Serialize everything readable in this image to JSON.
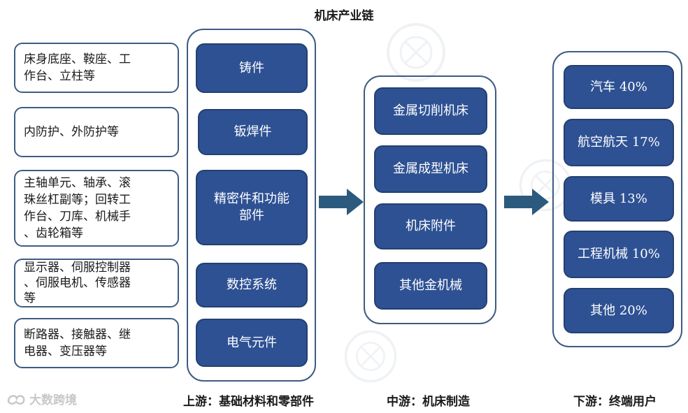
{
  "title": "机床产业链",
  "upstream_components": [
    {
      "lines": [
        "床身底座、鞍座、工",
        "作台、立柱等"
      ]
    },
    {
      "lines": [
        "内防护、外防护等"
      ]
    },
    {
      "lines": [
        "主轴单元、轴承、滚",
        "珠丝杠副等；回转工",
        "作台、刀库、机械手",
        "、齿轮箱等"
      ]
    },
    {
      "lines": [
        "显示器、伺服控制器",
        "、伺服电机、传感器",
        "等"
      ]
    },
    {
      "lines": [
        "断路器、接触器、继",
        "电器、变压器等"
      ]
    }
  ],
  "upstream": {
    "label": "上游：基础材料和零部件",
    "items": [
      {
        "lines": [
          "铸件"
        ]
      },
      {
        "lines": [
          "钣焊件"
        ]
      },
      {
        "lines": [
          "精密件和功能",
          "部件"
        ]
      },
      {
        "lines": [
          "数控系统"
        ]
      },
      {
        "lines": [
          "电气元件"
        ]
      }
    ]
  },
  "midstream": {
    "label": "中游：机床制造",
    "items": [
      "金属切削机床",
      "金属成型机床",
      "机床附件",
      "其他金机械"
    ]
  },
  "downstream": {
    "label": "下游：终端用户",
    "items": [
      "汽车 40%",
      "航空航天 17%",
      "模具 13%",
      "工程机械 10%",
      "其他 20%"
    ]
  },
  "watermark_logo": "大数跨境",
  "colors": {
    "node_fill": "#2e5193",
    "border": "#3d5c82",
    "arrow": "#2b5a7e"
  },
  "icons": [
    "right-arrow-icon",
    "watermark-logo-icon"
  ]
}
